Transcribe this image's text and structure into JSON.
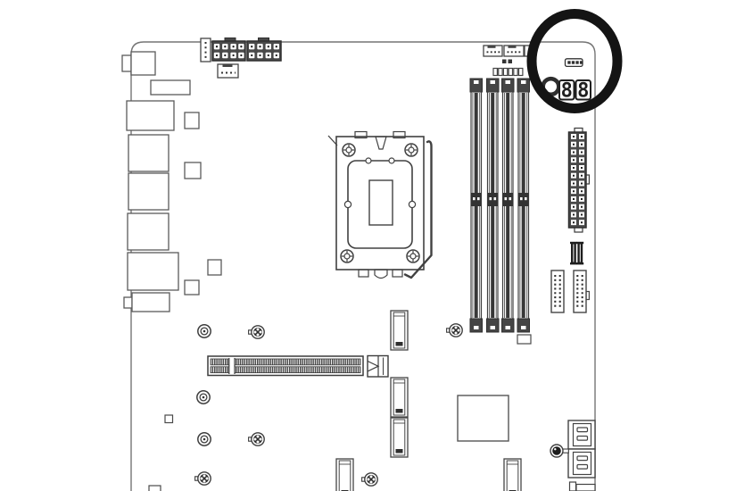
{
  "page": {
    "background": "#ffffff",
    "kind": "motherboard-layout-diagram"
  },
  "palette": {
    "line": "#3f3f3f",
    "line_light": "#6f6f6f",
    "dark_fill": "#4a4a4a",
    "latch_fill": "#454545",
    "black": "#1e1e1e",
    "annotation_ring": "#141414",
    "white": "#ffffff"
  },
  "annotation": {
    "shape": "circle",
    "purpose": "highlight",
    "highlights": [
      "status-led-header",
      "qflash-button",
      "debug-led-display"
    ],
    "color": "#141414"
  },
  "debug_display": {
    "value": "88",
    "digit1": "8",
    "digit2": "8"
  },
  "components": [
    {
      "id": "motherboard-outline",
      "type": "board-edge"
    },
    {
      "id": "rear-io-ports",
      "type": "port-block-group",
      "count": 12
    },
    {
      "id": "eps-power-connector-1",
      "type": "8-pin-power"
    },
    {
      "id": "eps-power-connector-2",
      "type": "8-pin-power"
    },
    {
      "id": "cpu-fan-header",
      "type": "4-pin-header"
    },
    {
      "id": "side-4pin-header",
      "type": "4-pin-header"
    },
    {
      "id": "cpu-socket",
      "type": "lga-socket"
    },
    {
      "id": "dimm-slots",
      "type": "memory-slot",
      "count": 4
    },
    {
      "id": "system-fan-headers",
      "type": "4-pin-header",
      "count": 2
    },
    {
      "id": "led-header-row",
      "type": "pin-header"
    },
    {
      "id": "status-led-header",
      "type": "led-block",
      "count": 4
    },
    {
      "id": "qflash-button",
      "type": "button"
    },
    {
      "id": "debug-led-display",
      "type": "7-segment-display",
      "digits": 2
    },
    {
      "id": "atx-24pin-power-connector",
      "type": "24-pin-power"
    },
    {
      "id": "vertical-sata-bars",
      "type": "connector"
    },
    {
      "id": "front-usb-header-1",
      "type": "pin-header"
    },
    {
      "id": "front-usb-header-2",
      "type": "pin-header"
    },
    {
      "id": "pcie-x16-slot",
      "type": "expansion-slot"
    },
    {
      "id": "m2-connectors",
      "type": "m2-slot",
      "count": 5
    },
    {
      "id": "m2-standoffs",
      "type": "standoff",
      "count": 3
    },
    {
      "id": "m2-screws",
      "type": "screw",
      "count": 6
    },
    {
      "id": "chipset",
      "type": "ic"
    },
    {
      "id": "sata-port-block-1",
      "type": "sata"
    },
    {
      "id": "sata-port-block-2",
      "type": "sata"
    }
  ]
}
